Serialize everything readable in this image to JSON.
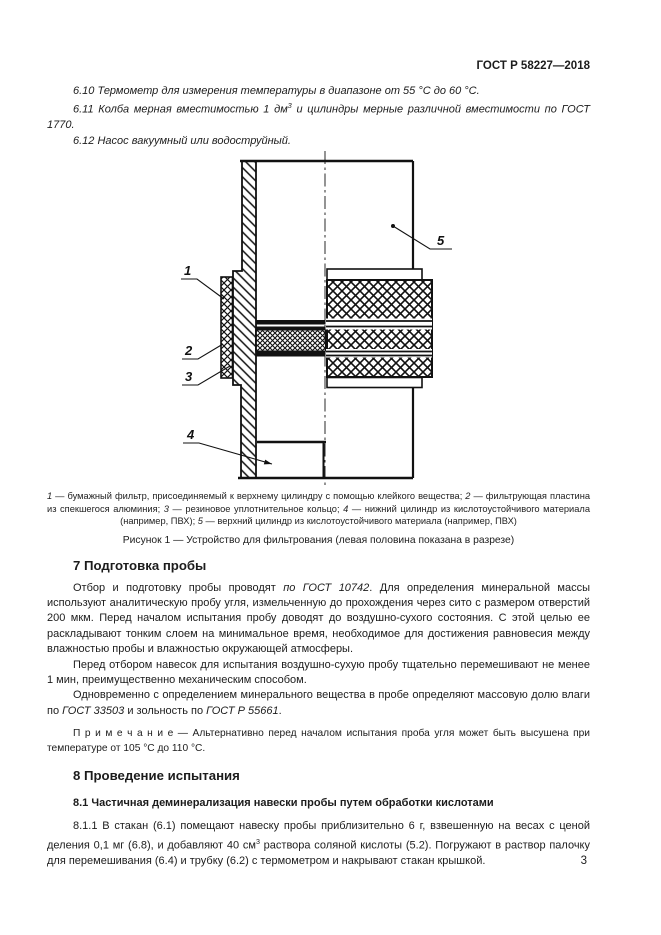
{
  "colors": {
    "ink": "#1c1c1c",
    "paper": "#ffffff"
  },
  "header": {
    "doc_number": "ГОСТ Р 58227—2018"
  },
  "section6": {
    "item_610": "6.10 Термометр для измерения температуры в диапазоне от 55 °С до 60 °С.",
    "item_611a": "6.11 Колба мерная вместимостью 1 дм",
    "item_611sup": "3",
    "item_611b": " и цилиндры мерные различной вместимости по ГОСТ 1770.",
    "item_612": "6.12 Насос вакуумный или водоструйный."
  },
  "figure": {
    "labels": {
      "l1": "1",
      "l2": "2",
      "l3": "3",
      "l4": "4",
      "l5": "5"
    },
    "cap": {
      "n1": "1",
      "t1": " — бумажный фильтр, присоединяемый к верхнему цилиндру с помощью клейкого вещества; ",
      "n2": "2",
      "t2": " — фильтрующая пластина из спекшегося алюминия; ",
      "n3": "3",
      "t3": " — резиновое уплотнительное кольцо; ",
      "n4": "4",
      "t4": " — нижний цилиндр из кислотоустойчивого материала (например, ПВХ); ",
      "n5": "5",
      "t5": " — верхний цилиндр из кислотоустойчивого материала (например, ПВХ)"
    },
    "caption_title": "Рисунок 1 — Устройство для фильтрования (левая половина показана в разрезе)"
  },
  "section7": {
    "title": "7 Подготовка пробы",
    "p1a": "Отбор и подготовку пробы проводят ",
    "p1b": "по ГОСТ 10742",
    "p1c": ". Для определения минеральной массы используют аналитическую пробу угля, измельченную до прохождения через сито с размером отверстий 200 мкм. Перед началом испытания пробу доводят до воздушно-сухого состояния. С этой целью ее раскладывают тонким слоем на минимальное время, необходимое для достижения равновесия между влажностью пробы и влажностью окружающей атмосферы.",
    "p2": "Перед отбором навесок для испытания воздушно-сухую пробу тщательно перемешивают не менее 1 мин, преимущественно механическим способом.",
    "p3a": "Одновременно с определением минерального вещества в пробе определяют массовую долю влаги по ",
    "p3b": "ГОСТ 33503",
    "p3c": " и зольность по ",
    "p3d": "ГОСТ Р 55661",
    "p3e": ".",
    "note": "П р и м е ч а н и е — Альтернативно перед началом испытания проба угля может быть высушена при температуре от 105 °С до 110 °С."
  },
  "section8": {
    "title": "8 Проведение испытания",
    "sub_title": "8.1 Частичная деминерализация навески пробы путем обработки кислотами",
    "p1a": "8.1.1 В стакан (6.1) помещают навеску пробы приблизительно 6 г, взвешенную на весах с ценой деления 0,1 мг (6.8), и добавляют 40 см",
    "p1sup": "3",
    "p1b": " раствора соляной кислоты (5.2). Погружают в раствор палочку для перемешивания (6.4) и трубку (6.2) с термометром и накрывают стакан крышкой."
  },
  "footer": {
    "page_number": "3"
  }
}
